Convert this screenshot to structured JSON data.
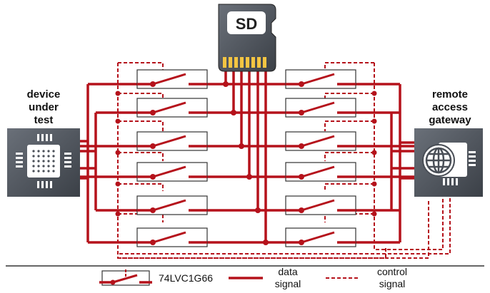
{
  "sd_card": {
    "label": "SD"
  },
  "device": {
    "line1": "device",
    "line2": "under",
    "line3": "test"
  },
  "gateway": {
    "line1": "remote",
    "line2": "access",
    "line3": "gateway"
  },
  "legend": {
    "switch": "74LVC1G66",
    "data_line1": "data",
    "data_line2": "signal",
    "control_line1": "control",
    "control_line2": "signal"
  },
  "colors": {
    "signal": "#b5121b",
    "chip_body": "#4a4f57",
    "switch_border": "#333333",
    "text": "#111111"
  },
  "icons": {
    "device_chip": "microchip-icon",
    "gateway_globe": "globe-icon",
    "sd_card": "sd-card-icon"
  }
}
